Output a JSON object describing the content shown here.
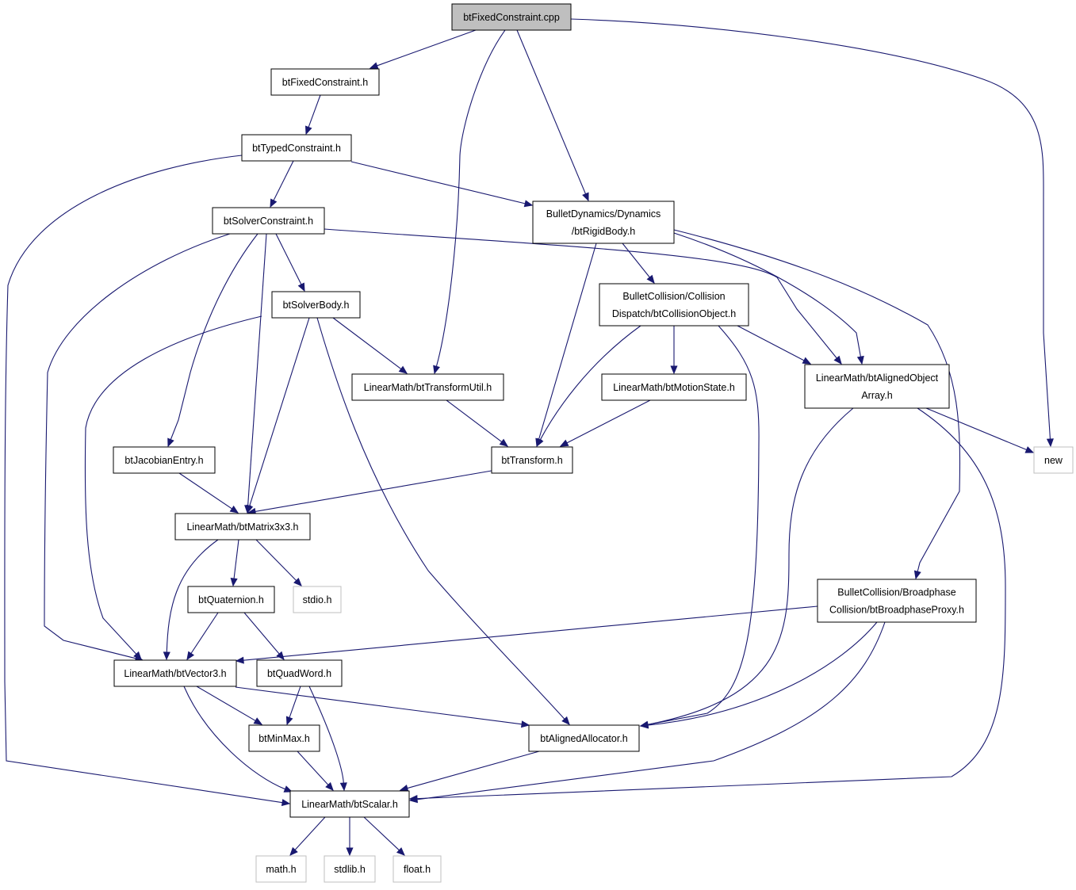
{
  "diagram": {
    "type": "include-dependency-graph",
    "colors": {
      "edge": "#191970",
      "root_fill": "#bfbfbf",
      "node_border": "#000000",
      "external_border": "#bfbfbf",
      "text": "#000000"
    },
    "nodes": [
      {
        "id": "root",
        "kind": "root",
        "lines": [
          "btFixedConstraint.cpp"
        ]
      },
      {
        "id": "fixedh",
        "kind": "normal",
        "lines": [
          "btFixedConstraint.h"
        ]
      },
      {
        "id": "typed",
        "kind": "normal",
        "lines": [
          "btTypedConstraint.h"
        ]
      },
      {
        "id": "rigid",
        "kind": "normal",
        "lines": [
          "BulletDynamics/Dynamics",
          "/btRigidBody.h"
        ]
      },
      {
        "id": "solverc",
        "kind": "normal",
        "lines": [
          "btSolverConstraint.h"
        ]
      },
      {
        "id": "solverb",
        "kind": "normal",
        "lines": [
          "btSolverBody.h"
        ]
      },
      {
        "id": "collobj",
        "kind": "normal",
        "lines": [
          "BulletCollision/Collision",
          "Dispatch/btCollisionObject.h"
        ]
      },
      {
        "id": "tutil",
        "kind": "normal",
        "lines": [
          "LinearMath/btTransformUtil.h"
        ]
      },
      {
        "id": "motion",
        "kind": "normal",
        "lines": [
          "LinearMath/btMotionState.h"
        ]
      },
      {
        "id": "aligned",
        "kind": "normal",
        "lines": [
          "LinearMath/btAlignedObject",
          "Array.h"
        ]
      },
      {
        "id": "jacob",
        "kind": "normal",
        "lines": [
          "btJacobianEntry.h"
        ]
      },
      {
        "id": "transform",
        "kind": "normal",
        "lines": [
          "btTransform.h"
        ]
      },
      {
        "id": "newh",
        "kind": "external",
        "lines": [
          "new"
        ]
      },
      {
        "id": "matrix",
        "kind": "normal",
        "lines": [
          "LinearMath/btMatrix3x3.h"
        ]
      },
      {
        "id": "quat",
        "kind": "normal",
        "lines": [
          "btQuaternion.h"
        ]
      },
      {
        "id": "stdio",
        "kind": "external",
        "lines": [
          "stdio.h"
        ]
      },
      {
        "id": "broad",
        "kind": "normal",
        "lines": [
          "BulletCollision/Broadphase",
          "Collision/btBroadphaseProxy.h"
        ]
      },
      {
        "id": "vector",
        "kind": "normal",
        "lines": [
          "LinearMath/btVector3.h"
        ]
      },
      {
        "id": "quadw",
        "kind": "normal",
        "lines": [
          "btQuadWord.h"
        ]
      },
      {
        "id": "minmax",
        "kind": "normal",
        "lines": [
          "btMinMax.h"
        ]
      },
      {
        "id": "alloc",
        "kind": "normal",
        "lines": [
          "btAlignedAllocator.h"
        ]
      },
      {
        "id": "scalar",
        "kind": "normal",
        "lines": [
          "LinearMath/btScalar.h"
        ]
      },
      {
        "id": "math",
        "kind": "external",
        "lines": [
          "math.h"
        ]
      },
      {
        "id": "stdlib",
        "kind": "external",
        "lines": [
          "stdlib.h"
        ]
      },
      {
        "id": "float",
        "kind": "external",
        "lines": [
          "float.h"
        ]
      }
    ],
    "edges": [
      {
        "from": "root",
        "to": "fixedh"
      },
      {
        "from": "root",
        "to": "tutil"
      },
      {
        "from": "root",
        "to": "rigid"
      },
      {
        "from": "root",
        "to": "newh"
      },
      {
        "from": "fixedh",
        "to": "typed"
      },
      {
        "from": "typed",
        "to": "scalar"
      },
      {
        "from": "typed",
        "to": "solverc"
      },
      {
        "from": "typed",
        "to": "rigid"
      },
      {
        "from": "solverc",
        "to": "vector"
      },
      {
        "from": "solverc",
        "to": "jacob"
      },
      {
        "from": "solverc",
        "to": "matrix"
      },
      {
        "from": "solverc",
        "to": "solverb"
      },
      {
        "from": "solverc",
        "to": "aligned"
      },
      {
        "from": "solverb",
        "to": "vector"
      },
      {
        "from": "solverb",
        "to": "matrix"
      },
      {
        "from": "solverb",
        "to": "alloc"
      },
      {
        "from": "solverb",
        "to": "tutil"
      },
      {
        "from": "rigid",
        "to": "transform"
      },
      {
        "from": "rigid",
        "to": "collobj"
      },
      {
        "from": "rigid",
        "to": "aligned"
      },
      {
        "from": "rigid",
        "to": "broad"
      },
      {
        "from": "collobj",
        "to": "transform"
      },
      {
        "from": "collobj",
        "to": "motion"
      },
      {
        "from": "collobj",
        "to": "alloc"
      },
      {
        "from": "collobj",
        "to": "aligned"
      },
      {
        "from": "tutil",
        "to": "transform"
      },
      {
        "from": "motion",
        "to": "transform"
      },
      {
        "from": "aligned",
        "to": "newh"
      },
      {
        "from": "aligned",
        "to": "alloc"
      },
      {
        "from": "aligned",
        "to": "scalar"
      },
      {
        "from": "jacob",
        "to": "matrix"
      },
      {
        "from": "transform",
        "to": "matrix"
      },
      {
        "from": "matrix",
        "to": "vector"
      },
      {
        "from": "matrix",
        "to": "quat"
      },
      {
        "from": "matrix",
        "to": "stdio"
      },
      {
        "from": "quat",
        "to": "vector"
      },
      {
        "from": "quat",
        "to": "quadw"
      },
      {
        "from": "broad",
        "to": "vector"
      },
      {
        "from": "broad",
        "to": "alloc"
      },
      {
        "from": "broad",
        "to": "scalar"
      },
      {
        "from": "vector",
        "to": "minmax"
      },
      {
        "from": "vector",
        "to": "scalar"
      },
      {
        "from": "vector",
        "to": "alloc"
      },
      {
        "from": "quadw",
        "to": "minmax"
      },
      {
        "from": "quadw",
        "to": "scalar"
      },
      {
        "from": "minmax",
        "to": "scalar"
      },
      {
        "from": "alloc",
        "to": "scalar"
      },
      {
        "from": "scalar",
        "to": "math"
      },
      {
        "from": "scalar",
        "to": "stdlib"
      },
      {
        "from": "scalar",
        "to": "float"
      }
    ]
  }
}
